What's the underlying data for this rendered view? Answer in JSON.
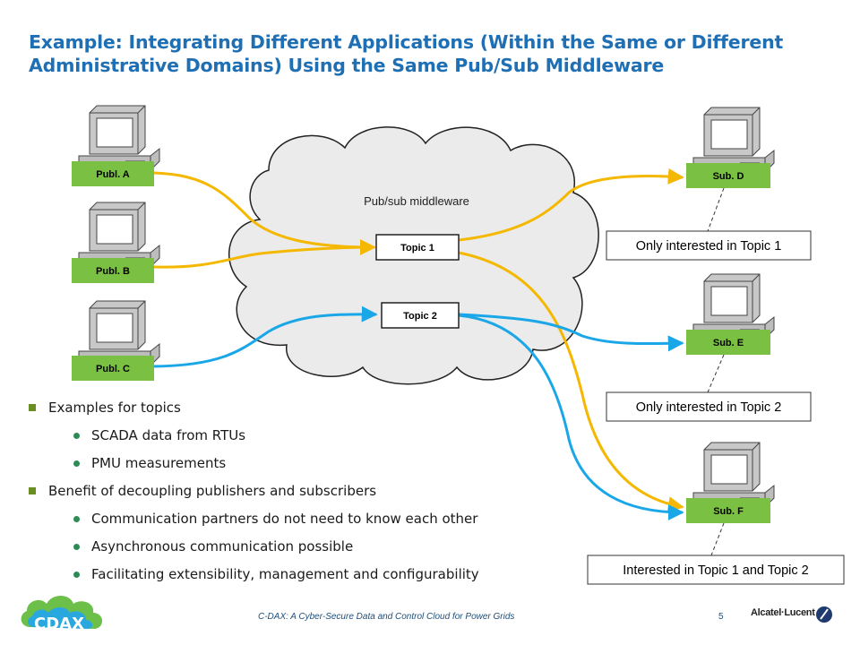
{
  "title": "Example: Integrating Different Applications (Within the Same or Different Administrative Domains) Using the Same Pub/Sub Middleware",
  "cloud": {
    "label": "Pub/sub middleware"
  },
  "topics": [
    {
      "label": "Topic 1"
    },
    {
      "label": "Topic 2"
    }
  ],
  "publishers": [
    {
      "label": "Publ. A"
    },
    {
      "label": "Publ. B"
    },
    {
      "label": "Publ. C"
    }
  ],
  "subscribers": [
    {
      "label": "Sub. D"
    },
    {
      "label": "Sub. E"
    },
    {
      "label": "Sub. F"
    }
  ],
  "notes": [
    {
      "text": "Only interested in Topic 1"
    },
    {
      "text": "Only interested in Topic 2"
    },
    {
      "text": "Interested in Topic 1 and Topic 2"
    }
  ],
  "bullets": [
    {
      "text": "Examples for topics",
      "children": [
        "SCADA data from RTUs",
        "PMU measurements"
      ]
    },
    {
      "text": "Benefit of decoupling publishers and subscribers",
      "children": [
        "Communication partners do not need to know each other",
        "Asynchronous communication possible",
        "Facilitating extensibility, management  and configurability"
      ]
    }
  ],
  "footer": {
    "text": "C-DAX: A Cyber-Secure Data and Control Cloud for Power Grids",
    "page": "5",
    "company": "Alcatel·Lucent",
    "logo": "CDAX"
  },
  "colors": {
    "title": "#1f6fb5",
    "label_green": "#7ac143",
    "topic1_line": "#f5b800",
    "topic2_line": "#1aa7e8",
    "cloud_fill": "#ebebeb",
    "bullet_l1": "#6b8e23",
    "bullet_l2": "#2e8b57"
  }
}
